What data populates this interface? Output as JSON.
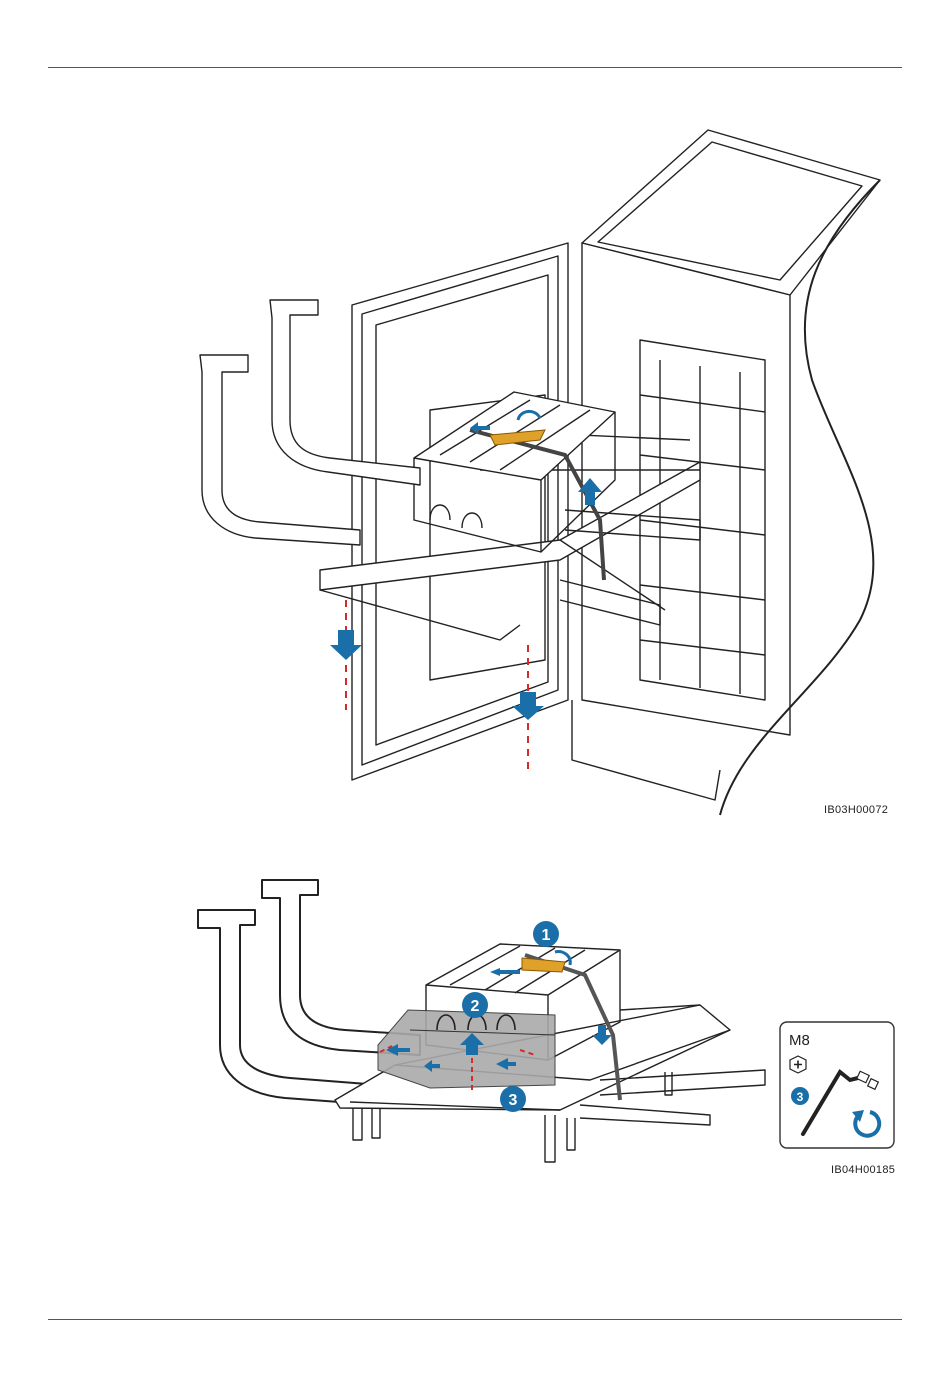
{
  "figure1": {
    "code": "IB03H00072"
  },
  "figure2": {
    "code": "IB04H00185",
    "steps": [
      "1",
      "2",
      "3"
    ],
    "tool_panel": {
      "bolt_size": "M8",
      "step": "3",
      "bolt_icon": "cross-recess-bolt-icon",
      "tool_icon": "socket-wrench-icon",
      "rotation_icon": "counterclockwise-arrow-icon"
    }
  },
  "colors": {
    "arrow": "#1b6fa8",
    "guide_line": "#d42a2a",
    "strap": "#e0a12a",
    "gray_part": "#aaaaaa"
  }
}
